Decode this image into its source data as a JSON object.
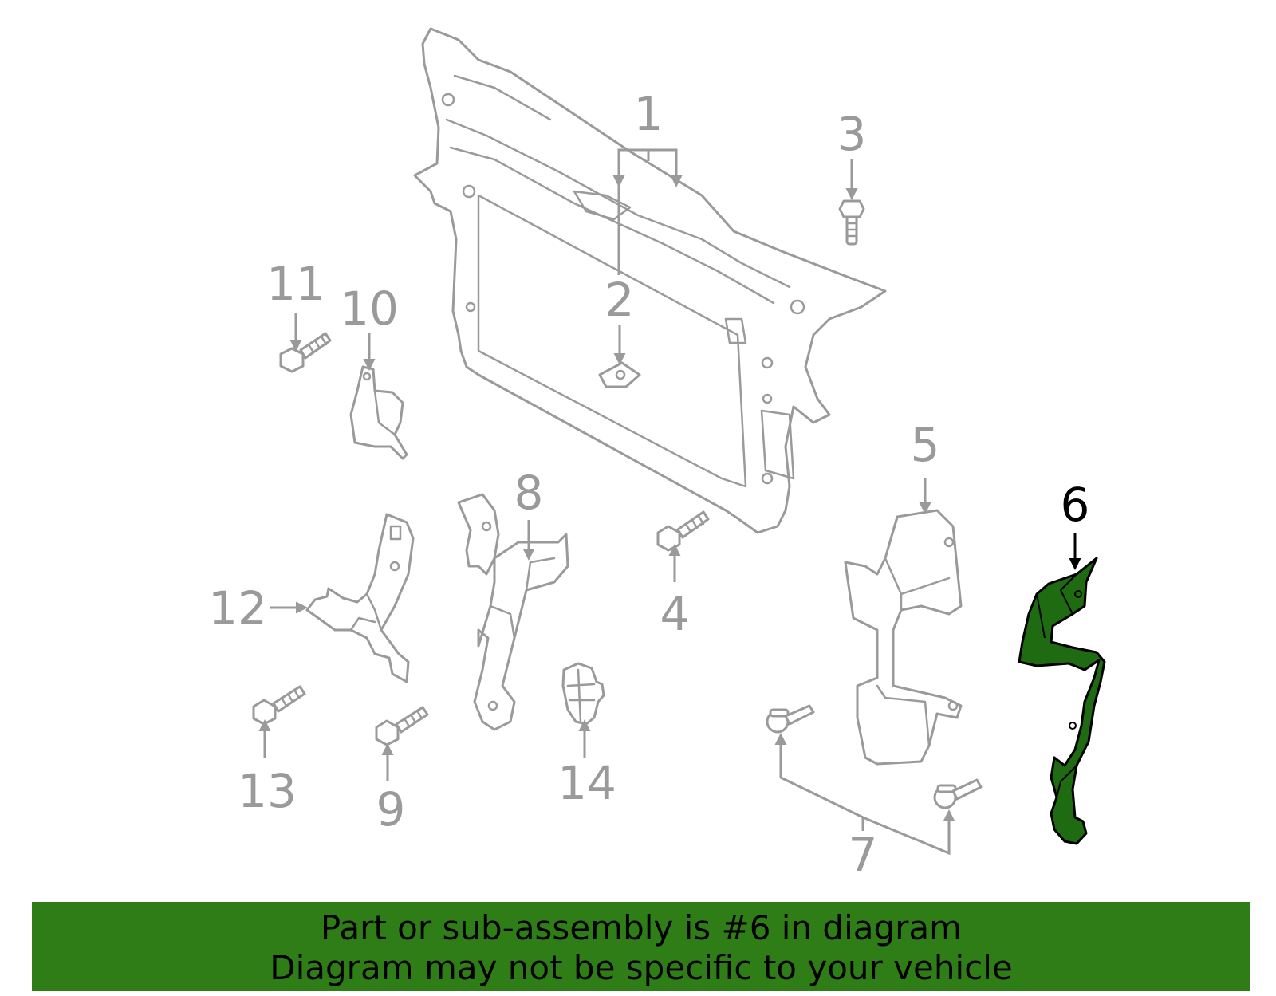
{
  "diagram": {
    "highlighted_part": "6",
    "highlight_color": "#1e6b12",
    "banner_color": "#2f7d17",
    "line_color": "#9a9a9a",
    "callouts": {
      "c1": "1",
      "c2": "2",
      "c3": "3",
      "c4": "4",
      "c5": "5",
      "c6": "6",
      "c7": "7",
      "c8": "8",
      "c9": "9",
      "c10": "10",
      "c11": "11",
      "c12": "12",
      "c13": "13",
      "c14": "14"
    }
  },
  "banner": {
    "line1": "Part or sub-assembly is #6 in diagram",
    "line2": "Diagram may not be specific to your vehicle"
  }
}
